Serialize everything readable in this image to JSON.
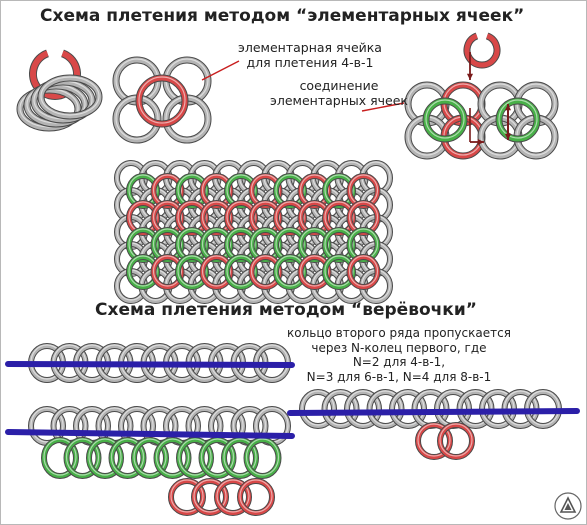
{
  "diagram": {
    "title_top": "Схема плетения методом “элементарных ячеек”",
    "title_bottom": "Схема плетения методом “верёвочки”",
    "label_cell": [
      "элементарная ячейка",
      "для плетения 4-в-1"
    ],
    "label_join": [
      "соединение",
      "элементарных ячеек"
    ],
    "label_rope": [
      "кольцо второго ряда пропускается",
      "через N-колец первого, где",
      "N=2 для 4-в-1,",
      "N=3 для 6-в-1, N=4 для 8-в-1"
    ]
  },
  "colors": {
    "ring_gray": "#b4b4b4",
    "ring_red": "#d84848",
    "ring_green": "#48b048",
    "ring_outline": "#4a4a4a",
    "line_blue": "#2b1fa8",
    "pointer_red": "#c81e1e",
    "arrow_dark": "#7a1a1a"
  },
  "icons": {
    "logo": "triangle-logo-icon"
  }
}
